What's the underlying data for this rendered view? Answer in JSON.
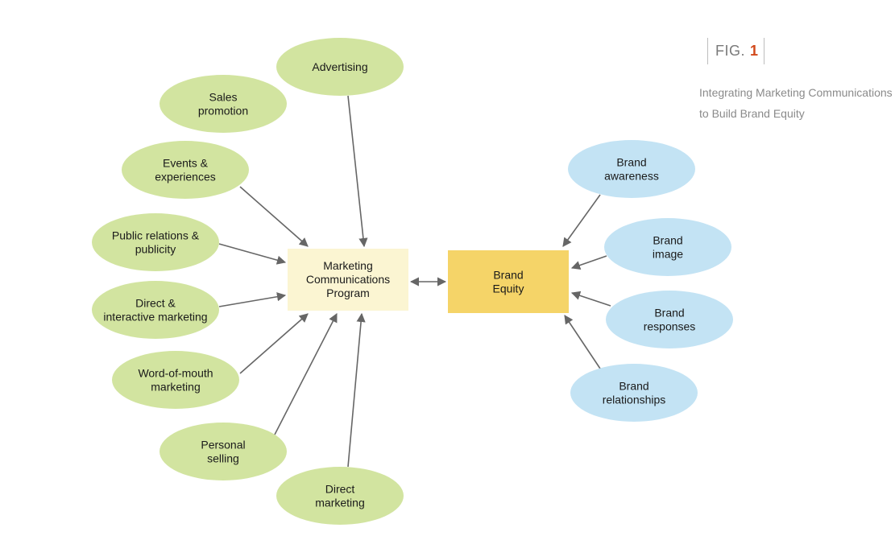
{
  "figure": {
    "label": "FIG.",
    "number": "1",
    "caption_line1": "Integrating Marketing Communications",
    "caption_line2": "to Build Brand Equity"
  },
  "colors": {
    "green_node": "#d2e4a0",
    "blue_node": "#c3e3f4",
    "program_box": "#fbf5d2",
    "equity_box": "#f5d468",
    "arrow": "#666666"
  },
  "communication_options": [
    {
      "id": "advertising",
      "lines": [
        "Advertising"
      ]
    },
    {
      "id": "sales-promotion",
      "lines": [
        "Sales",
        "promotion"
      ]
    },
    {
      "id": "events-experiences",
      "lines": [
        "Events &",
        "experiences"
      ]
    },
    {
      "id": "public-relations",
      "lines": [
        "Public relations &",
        "publicity"
      ]
    },
    {
      "id": "direct-interactive",
      "lines": [
        "Direct &",
        "interactive marketing"
      ]
    },
    {
      "id": "word-of-mouth",
      "lines": [
        "Word-of-mouth",
        "marketing"
      ]
    },
    {
      "id": "personal-selling",
      "lines": [
        "Personal",
        "selling"
      ]
    },
    {
      "id": "direct-marketing",
      "lines": [
        "Direct",
        "marketing"
      ]
    }
  ],
  "program": {
    "lines": [
      "Marketing",
      "Communications",
      "Program"
    ]
  },
  "brand_equity": {
    "lines": [
      "Brand",
      "Equity"
    ]
  },
  "brand_outcomes": [
    {
      "id": "awareness",
      "lines": [
        "Brand",
        "awareness"
      ]
    },
    {
      "id": "image",
      "lines": [
        "Brand",
        "image"
      ]
    },
    {
      "id": "responses",
      "lines": [
        "Brand",
        "responses"
      ]
    },
    {
      "id": "relationships",
      "lines": [
        "Brand",
        "relationships"
      ]
    }
  ]
}
